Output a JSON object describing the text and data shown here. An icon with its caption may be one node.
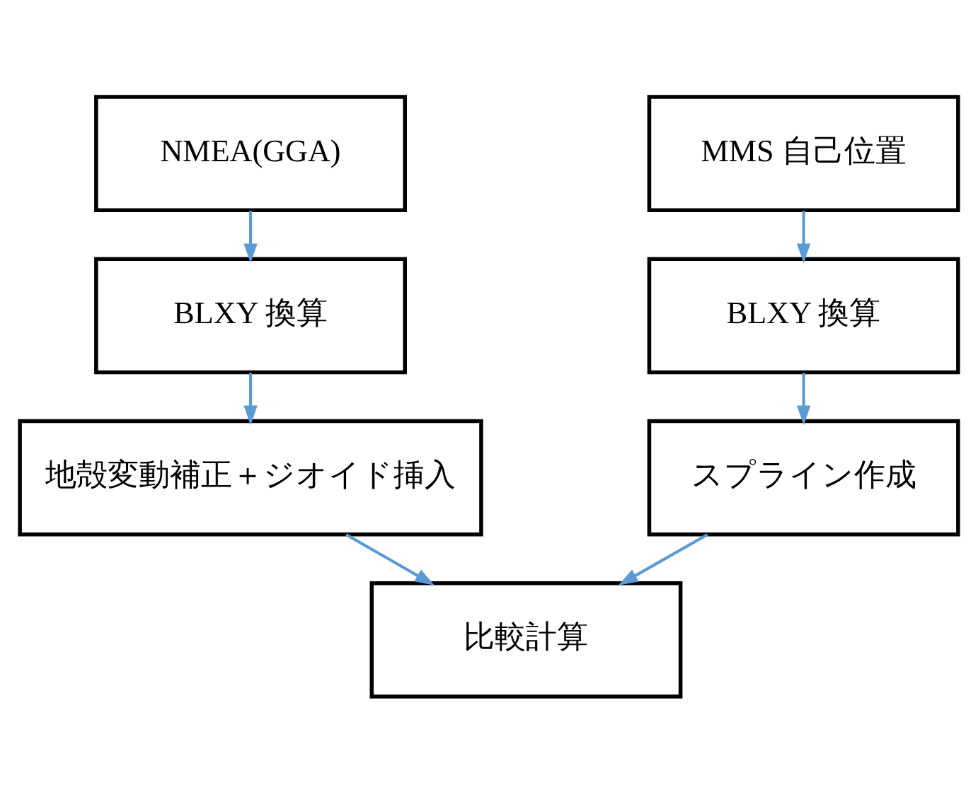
{
  "diagram": {
    "nodes": [
      {
        "text": [
          "NMEA(GGA)"
        ]
      },
      {
        "text": [
          "BLXY 換算"
        ]
      },
      {
        "text": [
          "地殻変動補正＋ジオイド挿入"
        ]
      },
      {
        "text": [
          "MMS 自己位置"
        ]
      },
      {
        "text": [
          "BLXY 換算"
        ]
      },
      {
        "text": [
          "スプライン作成"
        ]
      },
      {
        "text": [
          "比較計算"
        ]
      }
    ],
    "edges": [
      {
        "from": 0,
        "to": 1,
        "arrow": "to"
      },
      {
        "from": 1,
        "to": 2,
        "arrow": "to"
      },
      {
        "from": 3,
        "to": 4,
        "arrow": "to"
      },
      {
        "from": 4,
        "to": 5,
        "arrow": "to"
      },
      {
        "from": 2,
        "to": 6,
        "arrow": "to"
      },
      {
        "from": 5,
        "to": 6,
        "arrow": "to"
      }
    ]
  }
}
